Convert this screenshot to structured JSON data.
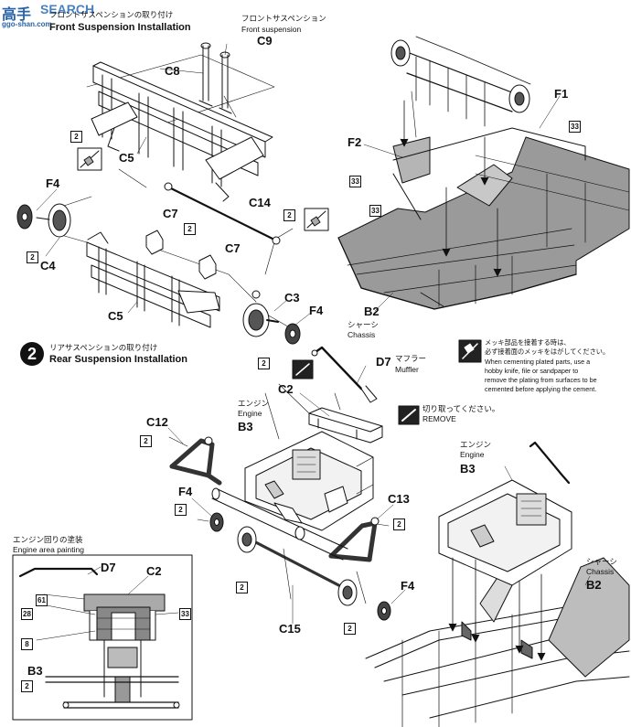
{
  "watermark": {
    "cjk": "高手",
    "latin": "SEARCH",
    "url": "ggo-shan.com"
  },
  "step1": {
    "title_jp": "フロントサスペンションの取り付け",
    "title_en": "Front Suspension Installation"
  },
  "step2": {
    "number": "2",
    "title_jp": "リアサスペンションの取り付け",
    "title_en": "Rear Suspension Installation"
  },
  "labels": {
    "front_suspension_jp": "フロントサスペンション",
    "front_suspension_en": "Front suspension",
    "chassis_jp": "シャーシ",
    "chassis_en": "Chassis",
    "muffler_jp": "マフラー",
    "muffler_en": "Muffler",
    "engine_jp": "エンジン",
    "engine_en": "Engine",
    "remove_jp": "切り取ってください。",
    "remove_en": "REMOVE",
    "engine_painting_jp": "エンジン回りの塗装",
    "engine_painting_en": "Engine area painting"
  },
  "parts": {
    "C9": "C9",
    "C8": "C8",
    "C5": "C5",
    "C14": "C14",
    "C7": "C7",
    "F4": "F4",
    "C4": "C4",
    "C3": "C3",
    "F1": "F1",
    "F2": "F2",
    "B2": "B2",
    "D7": "D7",
    "C2": "C2",
    "B3": "B3",
    "C12": "C12",
    "C13": "C13",
    "C15": "C15"
  },
  "colors": {
    "2": "2",
    "33": "33",
    "61": "61",
    "28": "28",
    "8": "8"
  },
  "note": {
    "jp_line1": "メッキ部品を接着する時は、",
    "jp_line2": "必ず接着面のメッキをはがしてください。",
    "en_line1": "When cementing plated parts, use a",
    "en_line2": "hobby knife, file or sandpaper to",
    "en_line3": "remove the plating from surfaces to be",
    "en_line4": "cemented before applying the cement."
  }
}
